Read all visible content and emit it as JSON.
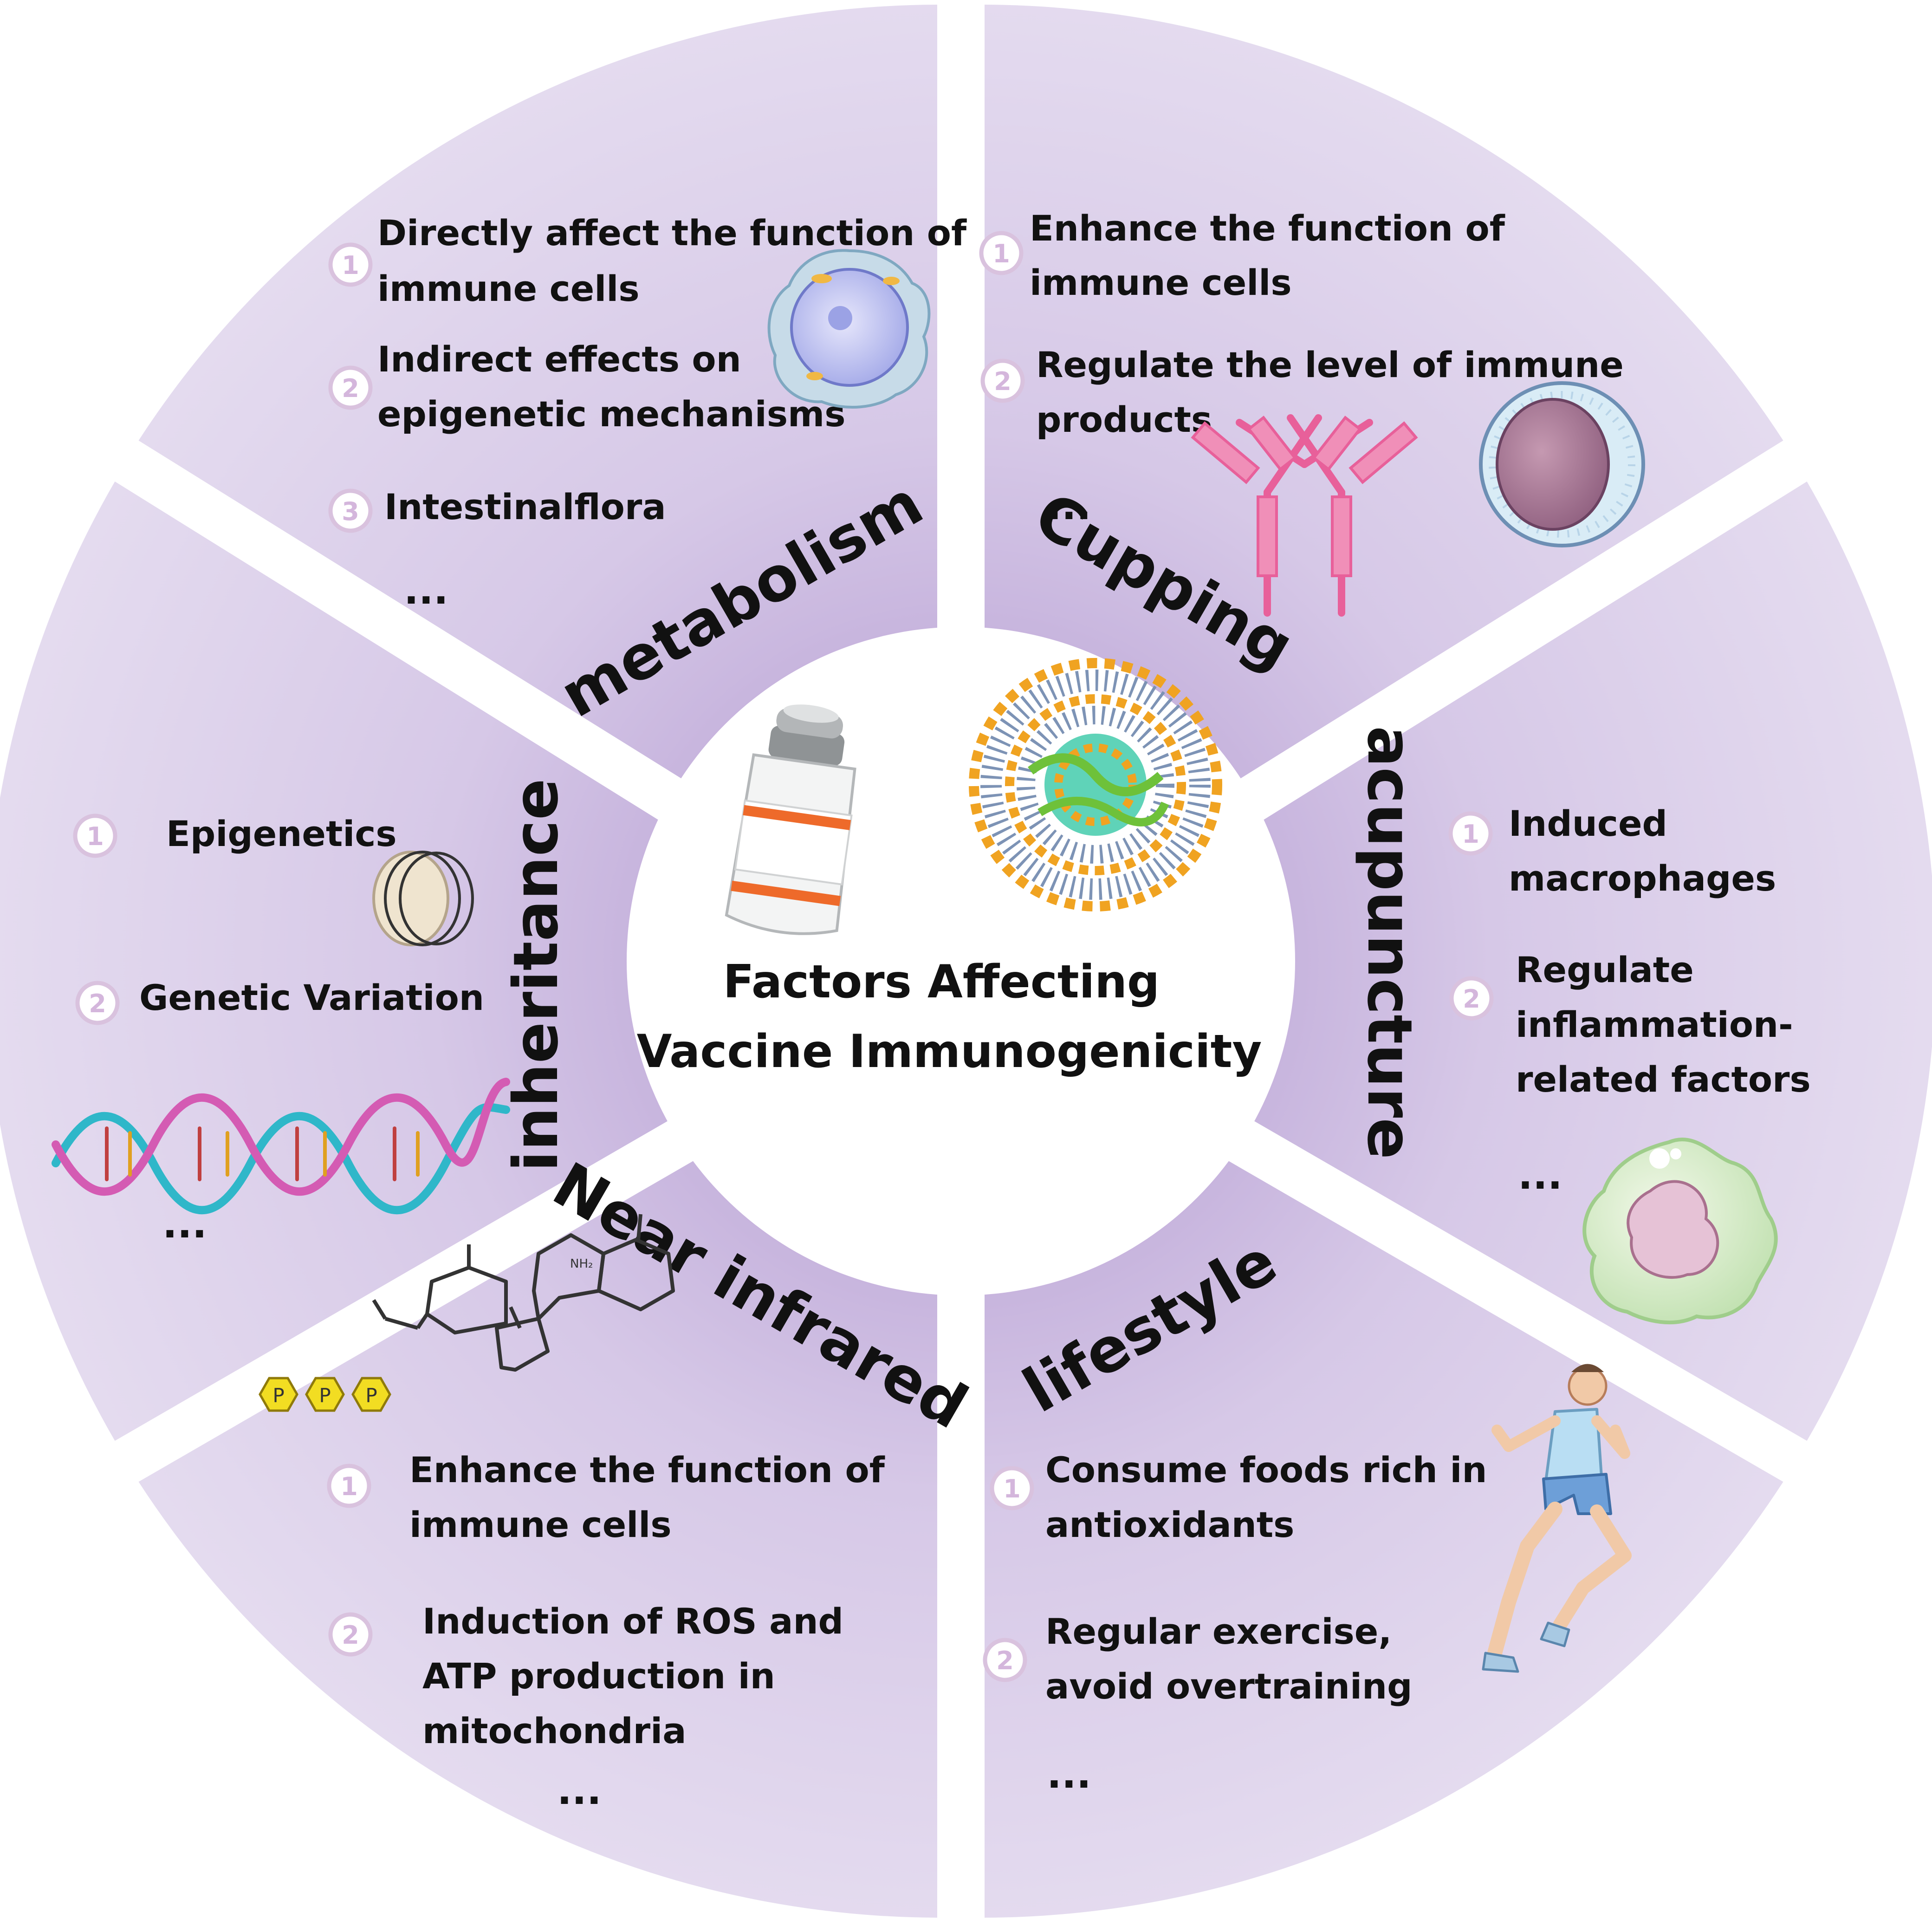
{
  "center": {
    "title_lines": [
      "Factors Affecting",
      "Vaccine Immunogenicity"
    ]
  },
  "segments": {
    "metabolism": {
      "label": "metabolism",
      "items": [
        {
          "number": "1",
          "lines": [
            "Directly affect the function of",
            "immune cells"
          ]
        },
        {
          "number": "2",
          "lines": [
            "Indirect effects on",
            "epigenetic mechanisms"
          ]
        },
        {
          "number": "3",
          "lines": [
            "Intestinalflora"
          ]
        }
      ],
      "ellipsis": "..."
    },
    "cupping": {
      "label": "Cupping",
      "ellipsis": "...",
      "items": [
        {
          "number": "1",
          "lines": [
            "Enhance the function of",
            "immune cells"
          ]
        },
        {
          "number": "2",
          "lines": [
            "Regulate the level of immune",
            "products"
          ]
        }
      ]
    },
    "acupuncture": {
      "label": "acupuncture",
      "items": [
        {
          "number": "1",
          "lines": [
            "Induced",
            "macrophages"
          ]
        },
        {
          "number": "2",
          "lines": [
            "Regulate",
            "inflammation-",
            "related factors"
          ]
        }
      ],
      "ellipsis": "..."
    },
    "lifestyle": {
      "label": "lifestyle",
      "items": [
        {
          "number": "1",
          "lines": [
            "Consume foods rich in",
            "antioxidants"
          ]
        },
        {
          "number": "2",
          "lines": [
            "Regular exercise,",
            "avoid overtraining"
          ]
        }
      ],
      "ellipsis": "..."
    },
    "near_infrared": {
      "label": "Near infrared",
      "items": [
        {
          "number": "1",
          "lines": [
            "Enhance the function of",
            "immune cells"
          ]
        },
        {
          "number": "2",
          "lines": [
            "Induction of ROS and",
            "ATP production in",
            "mitochondria"
          ]
        }
      ],
      "ellipsis": "...",
      "molecule": {
        "amine_label": "NH₂",
        "phosphate_label": "P"
      }
    },
    "inheritance": {
      "label": "inheritance",
      "items": [
        {
          "number": "1",
          "lines": [
            "Epigenetics"
          ]
        },
        {
          "number": "2",
          "lines": [
            "Genetic Variation"
          ]
        }
      ],
      "ellipsis": "..."
    }
  },
  "icons": [
    "immune-cell-icon",
    "antibody-icon",
    "lymphocyte-icon",
    "macrophage-icon",
    "runner-icon",
    "molecule-icon",
    "nucleosome-icon",
    "dna-helix-icon",
    "vaccine-vial-icon",
    "nanoparticle-icon"
  ],
  "colors": {
    "segment_outer": "#ded3ec",
    "segment_inner": "#c6b3dd",
    "center": "#ffffff",
    "badge_number": "#d4b6dc",
    "antibody": "#e8609a",
    "phosphate": "#f2dd22"
  }
}
